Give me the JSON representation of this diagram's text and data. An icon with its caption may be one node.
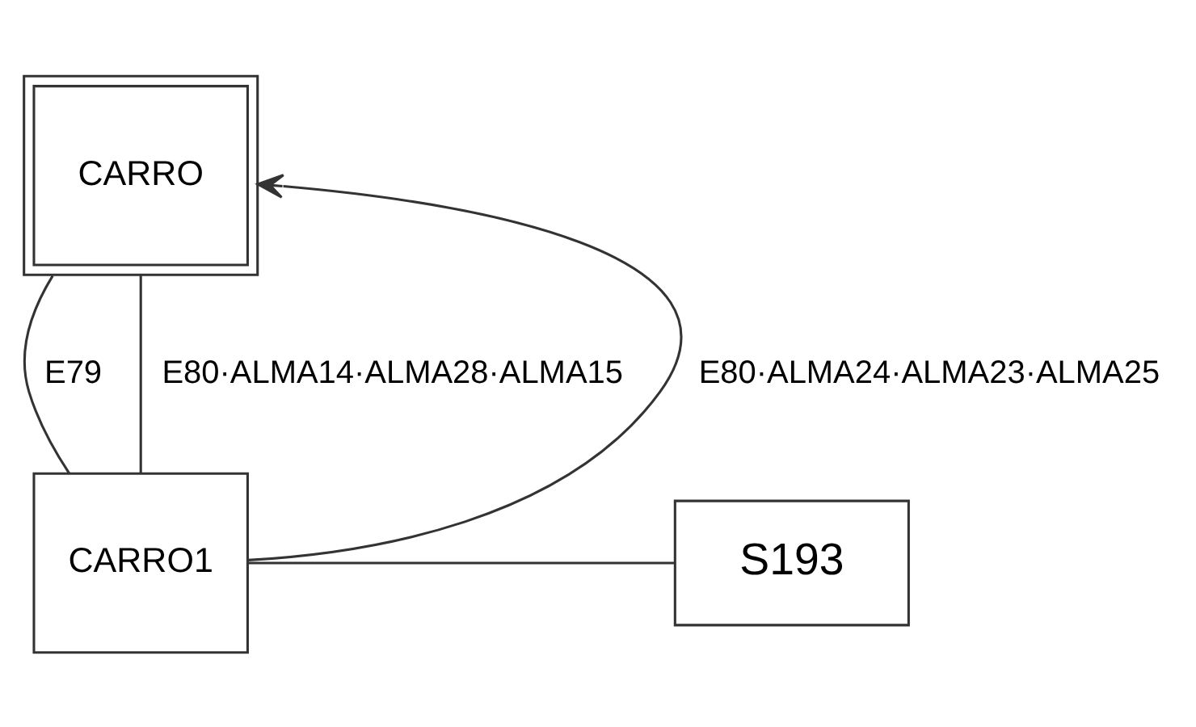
{
  "diagram": {
    "nodes": [
      {
        "text": [
          "CARRO"
        ]
      },
      {
        "text": [
          "CARRO1"
        ]
      },
      {
        "text": [
          "S193"
        ]
      }
    ],
    "edges": [
      {
        "from": 0,
        "to": 1,
        "arrow": "none",
        "label": "E79"
      },
      {
        "from": 0,
        "to": 1,
        "arrow": "none",
        "label": "E80·ALMA14·ALMA28·ALMA15"
      },
      {
        "from": 1,
        "to": 0,
        "arrow": "to",
        "label": "E80·ALMA24·ALMA23·ALMA25"
      },
      {
        "from": 1,
        "to": 2,
        "arrow": "none"
      }
    ]
  }
}
